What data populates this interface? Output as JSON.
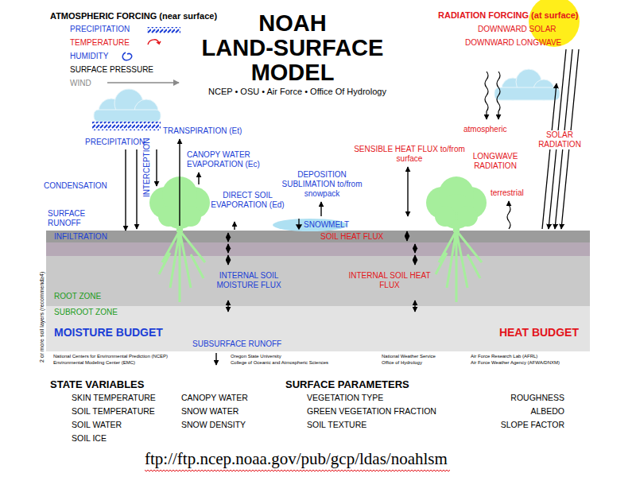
{
  "diagram": {
    "title": "NOAH LAND-SURFACE MODEL",
    "caption": "ftp://ftp.ncep.noaa.gov/pub/gcp/ldas/noahlsm",
    "nodes": [
      {
        "text": [
          "INFILTRATION",
          "SOIL HEAT FLUX"
        ]
      },
      {
        "text": [
          "INTERNAL SOIL MOISTURE FLUX",
          "INTERNAL SOIL HEAT FLUX",
          "ROOT ZONE"
        ]
      },
      {
        "text": [
          "SUBROOT ZONE",
          "MOISTURE BUDGET",
          "HEAT BUDGET",
          "SUBSURFACE RUNOFF"
        ]
      },
      {
        "text": [
          "SNOWMELT"
        ]
      }
    ],
    "labels": [
      "ATMOSPHERIC FORCING (near surface)",
      "PRECIPITATION",
      "TEMPERATURE",
      "HUMIDITY",
      "SURFACE PRESSURE",
      "WIND",
      "NCEP • OSU • Air Force • Office Of Hydrology",
      "RADIATION FORCING (at surface)",
      "DOWNWARD SOLAR",
      "DOWNWARD LONGWAVE",
      "TRANSPIRATION (Et)",
      "PRECIPITATION",
      "CANOPY WATER EVAPORATION (Ec)",
      "CONDENSATION",
      "INTERCEPTION",
      "SURFACE RUNOFF",
      "DIRECT SOIL EVAPORATION (Ed)",
      "DEPOSITION SUBLIMATION to/from snowpack",
      "SENSIBLE HEAT FLUX to/from surface",
      "atmospheric",
      "LONGWAVE RADIATION",
      "terrestrial",
      "SOLAR RADIATION",
      "2 or more soil layers (recommend≥4)",
      "National Centers for Environmental Prediction (NCEP)",
      "Environmental Modeling Center (EMC)",
      "Oregon State University",
      "College of Oceanic and Atmospheric Sciences",
      "National Weather Service",
      "Office of Hydrology",
      "Air Force Research Lab (AFRL)",
      "Air Force Weather Agency (AFWA/DNXM)",
      "STATE VARIABLES",
      "SKIN TEMPERATURE",
      "CANOPY WATER",
      "SOIL TEMPERATURE",
      "SNOW WATER",
      "SOIL WATER",
      "SNOW DENSITY",
      "SOIL ICE",
      "SURFACE PARAMETERS",
      "VEGETATION TYPE",
      "ROUGHNESS",
      "GREEN VEGETATION FRACTION",
      "ALBEDO",
      "SOIL TEXTURE",
      "SLOPE FACTOR"
    ]
  }
}
